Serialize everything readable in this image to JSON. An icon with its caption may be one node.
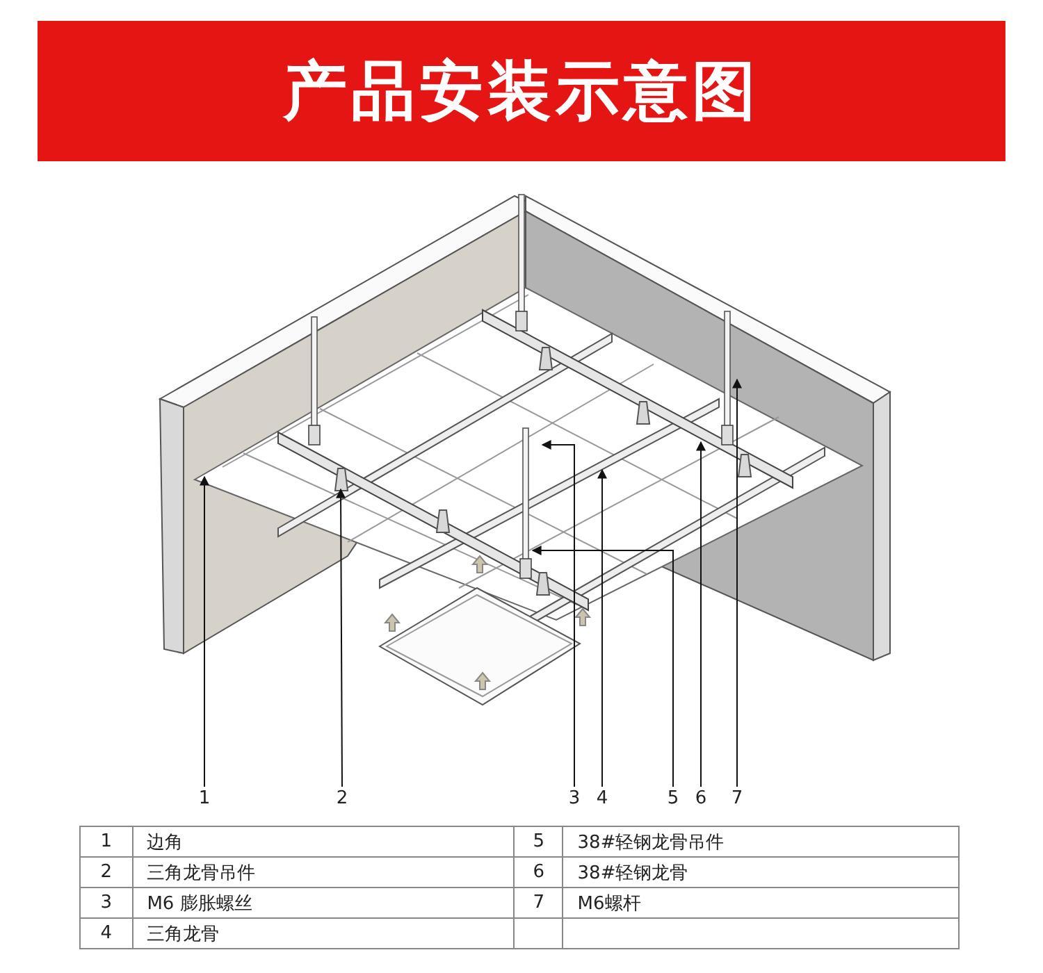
{
  "diagram": {
    "title": "产品安装示意图",
    "nodes": [
      {
        "text": [
          "1"
        ]
      },
      {
        "text": [
          "2"
        ]
      },
      {
        "text": [
          "3"
        ]
      },
      {
        "text": [
          "4"
        ]
      },
      {
        "text": [
          "5"
        ]
      },
      {
        "text": [
          "6"
        ]
      },
      {
        "text": [
          "7"
        ]
      }
    ],
    "edges": [
      {
        "from": 0,
        "to": null,
        "arrow": "to"
      },
      {
        "from": 1,
        "to": null,
        "arrow": "to"
      },
      {
        "from": 2,
        "to": null,
        "arrow": "to"
      },
      {
        "from": 3,
        "to": null,
        "arrow": "to"
      },
      {
        "from": 4,
        "to": null,
        "arrow": "to"
      },
      {
        "from": 5,
        "to": null,
        "arrow": "to"
      },
      {
        "from": 6,
        "to": null,
        "arrow": "to"
      }
    ],
    "labels": [
      "1",
      "边角",
      "5",
      "38#轻钢龙骨吊件",
      "2",
      "三角龙骨吊件",
      "6",
      "38#轻钢龙骨",
      "3",
      "M6 膨胀螺丝",
      "7",
      "M6螺杆",
      "4",
      "三角龙骨"
    ]
  }
}
